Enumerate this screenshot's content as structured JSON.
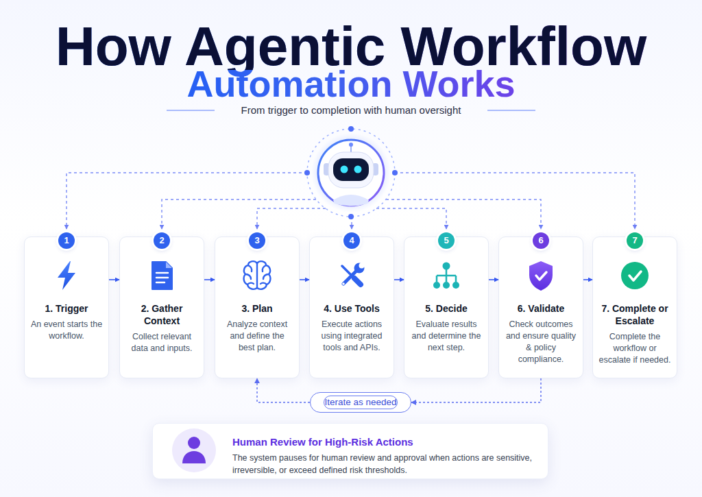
{
  "diagram": {
    "title": "How Agentic Workflow Automation Works",
    "caption": "From trigger to completion with human oversight",
    "nodes": [
      {
        "text": [
          "1",
          "1. Trigger",
          "An event starts the workflow."
        ]
      },
      {
        "text": [
          "2",
          "2. Gather Context",
          "Collect relevant data and inputs."
        ]
      },
      {
        "text": [
          "3",
          "3. Plan",
          "Analyze context and define the best plan."
        ]
      },
      {
        "text": [
          "4",
          "4. Use Tools",
          "Execute actions using integrated tools and APIs."
        ]
      },
      {
        "text": [
          "5",
          "5. Decide",
          "Evaluate results and determine the next step."
        ]
      },
      {
        "text": [
          "6",
          "6. Validate",
          "Check outcomes and ensure quality & policy compliance."
        ]
      },
      {
        "text": [
          "7",
          "7. Complete or Escalate",
          "Complete the workflow or escalate if needed."
        ]
      },
      {
        "text": [
          "Iterate as needed"
        ]
      },
      {
        "text": [
          "Human Review for High-Risk Actions",
          "The system pauses for human review and approval when actions are sensitive, irreversible, or exceed defined risk thresholds."
        ]
      }
    ],
    "edges": [
      {
        "from": 0,
        "to": 1,
        "arrow": "to"
      },
      {
        "from": 1,
        "to": 2,
        "arrow": "to"
      },
      {
        "from": 2,
        "to": 3,
        "arrow": "to"
      },
      {
        "from": 3,
        "to": 4,
        "arrow": "to"
      },
      {
        "from": 4,
        "to": 5,
        "arrow": "to"
      },
      {
        "from": 5,
        "to": 6,
        "arrow": "to"
      },
      {
        "from": 5,
        "to": 7,
        "arrow": "to"
      },
      {
        "from": 7,
        "to": 2,
        "arrow": "to"
      }
    ]
  }
}
